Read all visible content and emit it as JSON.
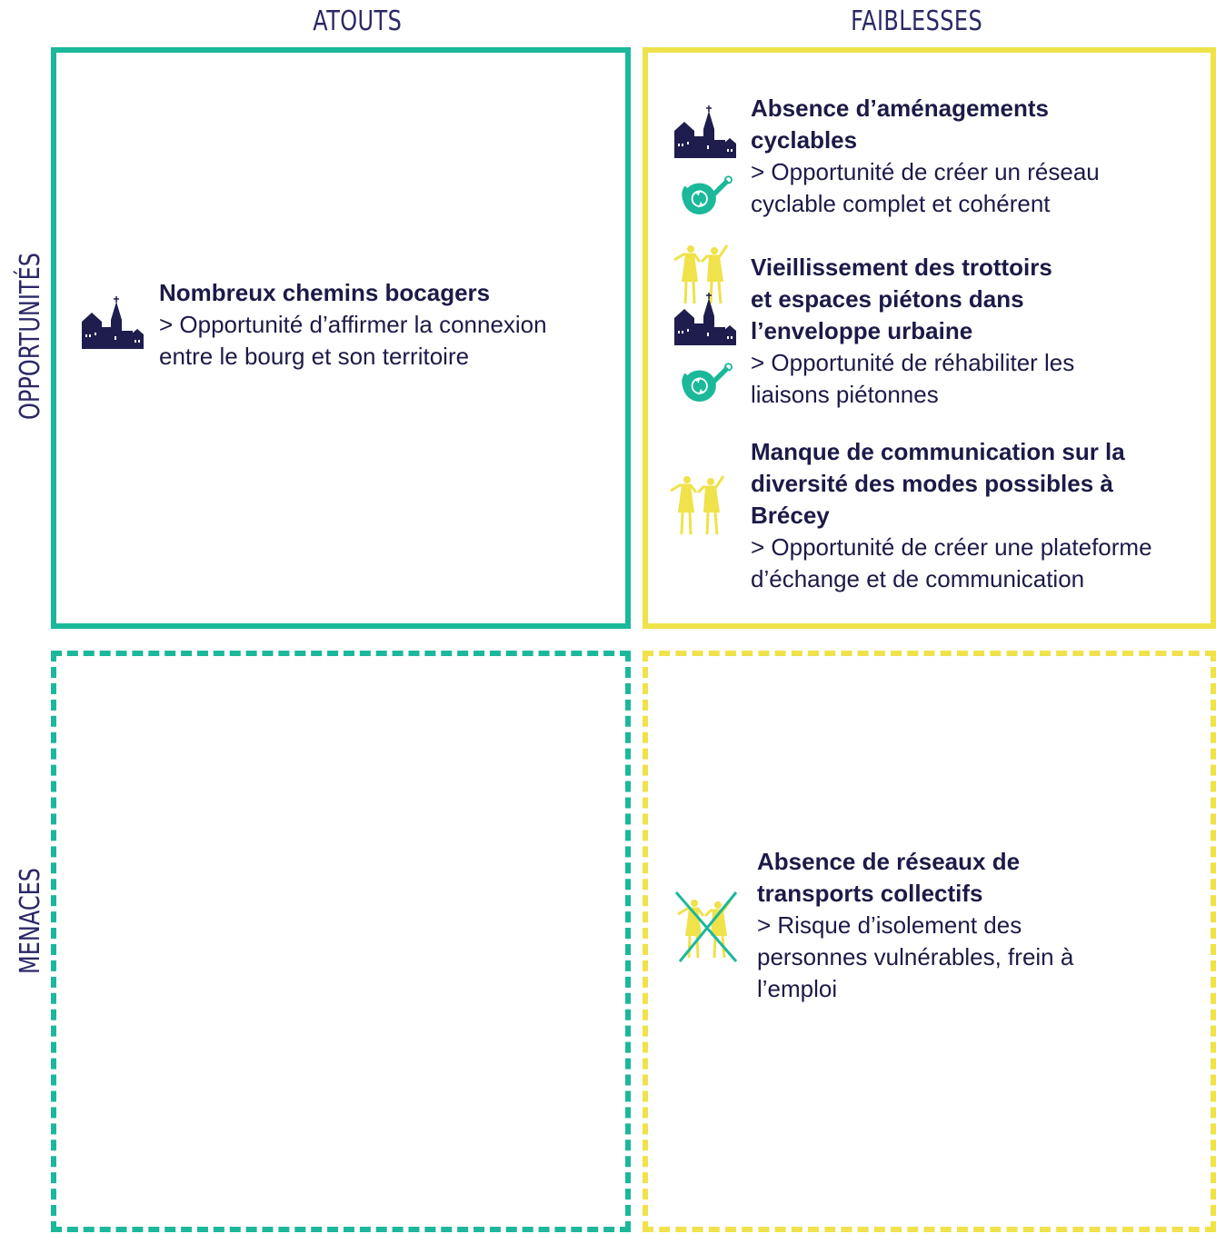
{
  "columns": {
    "strengths": "ATOUTS",
    "weaknesses": "FAIBLESSES"
  },
  "rows": {
    "opportunities": "OPPORTUNITÉS",
    "threats": "MENACES"
  },
  "colors": {
    "teal": "#1bb89a",
    "yellow": "#efe24a",
    "navy": "#1f1d4d"
  },
  "quadrants": {
    "strengths_opportunities": [
      {
        "title": "Nombreux chemins bocagers",
        "desc_line1": "> Opportunité d’affirmer la connexion",
        "desc_line2": "entre le bourg et son territoire",
        "icons": [
          "village-icon"
        ]
      }
    ],
    "weaknesses_opportunities": [
      {
        "title_line1": "Absence d’aménagements",
        "title_line2": "cyclables",
        "desc_line1": "> Opportunité de créer un réseau",
        "desc_line2": "cyclable complet et cohérent",
        "icons": [
          "village-icon",
          "watering-can-icon"
        ]
      },
      {
        "title_line1": "Vieillissement des trottoirs",
        "title_line2": "et espaces piétons dans",
        "title_line3": "l’enveloppe urbaine",
        "desc_line1": "> Opportunité de réhabiliter les",
        "desc_line2": "liaisons piétonnes",
        "icons": [
          "people-icon",
          "village-icon",
          "watering-can-icon"
        ]
      },
      {
        "title_line1": "Manque de communication sur la",
        "title_line2": "diversité des modes possibles à",
        "title_line3": "Brécey",
        "desc_line1": "> Opportunité de créer une plateforme",
        "desc_line2": "d’échange et de communication",
        "icons": [
          "people-icon"
        ]
      }
    ],
    "weaknesses_threats": [
      {
        "title_line1": "Absence de réseaux de",
        "title_line2": "transports collectifs",
        "desc_line1": "> Risque d’isolement des",
        "desc_line2": "personnes vulnérables, frein à",
        "desc_line3": "l’emploi",
        "icons": [
          "people-crossed-icon"
        ]
      }
    ]
  }
}
